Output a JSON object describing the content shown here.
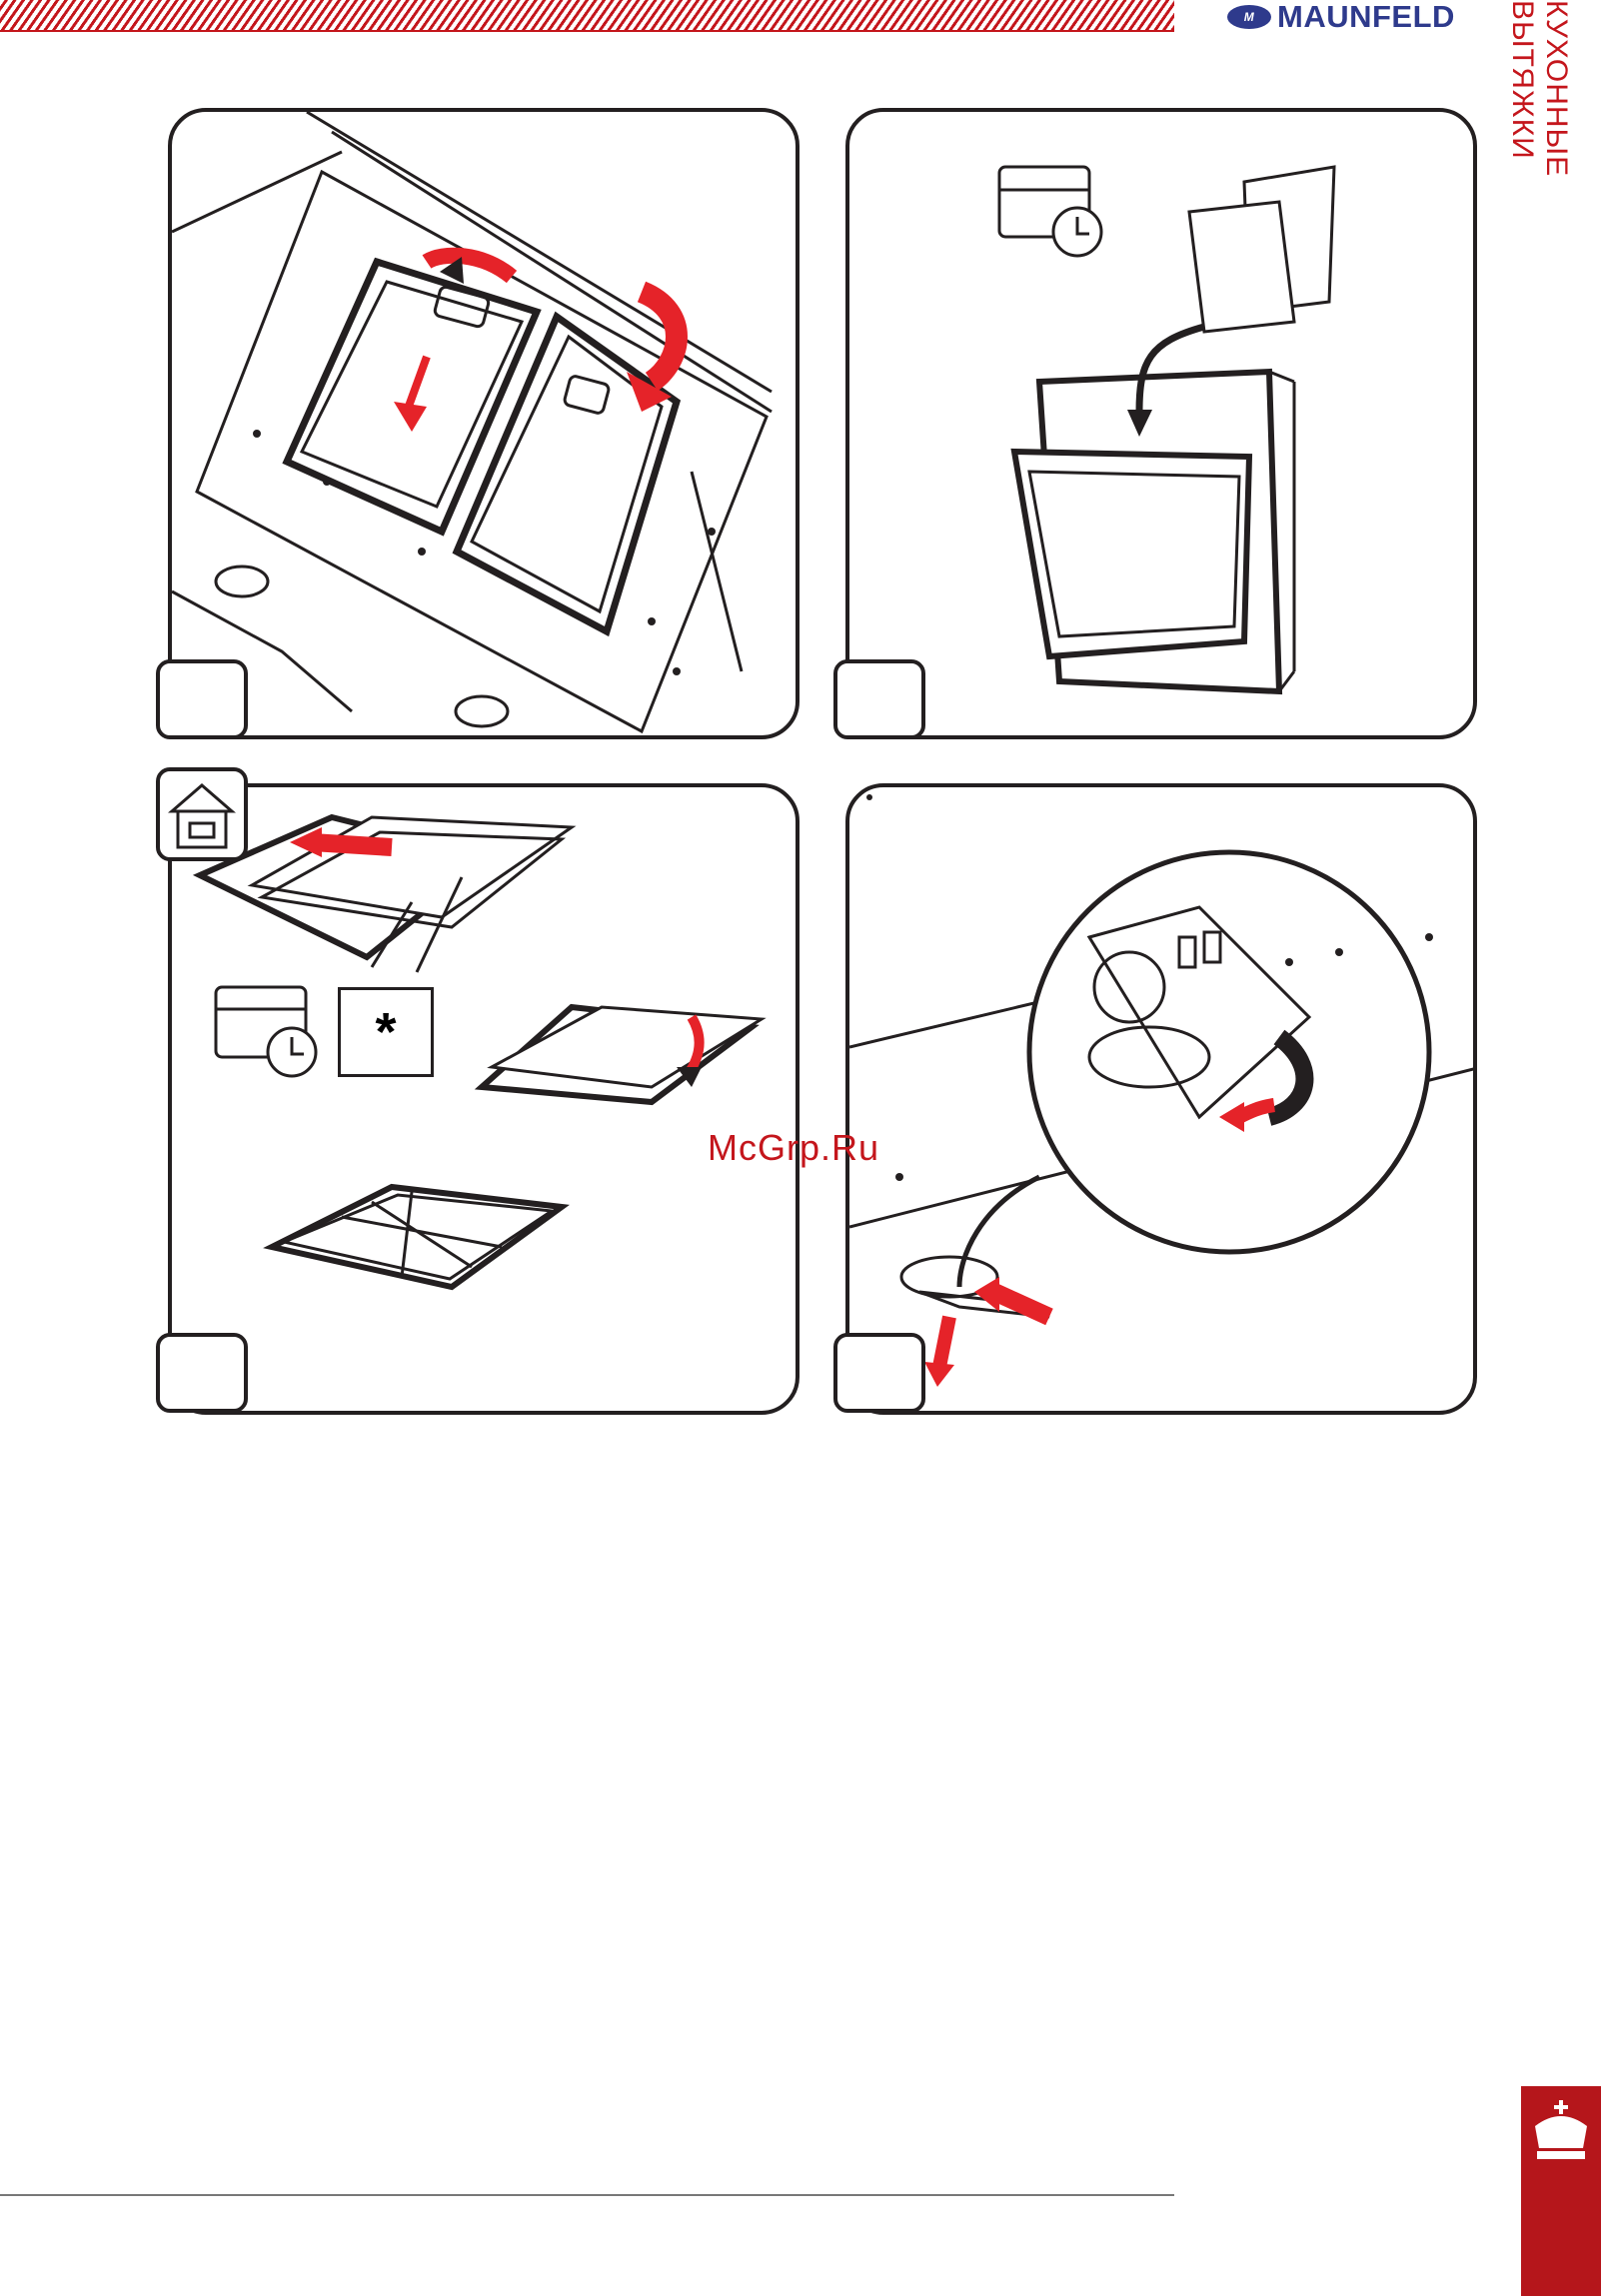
{
  "header": {
    "brand": "MAUNFELD",
    "logo_mark": "M",
    "side_label": "КУХОННЫЕ ВЫТЯЖКИ",
    "accent_color": "#c4161c",
    "brand_color": "#2e3a8c"
  },
  "panels": [
    {
      "id": "panel-1",
      "step": "",
      "illustration": "remove-grease-filters-icon"
    },
    {
      "id": "panel-2",
      "step": "",
      "illustration": "dishwasher-clean-icon"
    },
    {
      "id": "panel-3",
      "step": "",
      "illustration": "cassette-filter-icon"
    },
    {
      "id": "panel-4",
      "step": "",
      "illustration": "carbon-filter-icon"
    }
  ],
  "symbols": {
    "calendar_icon": "calendar-clock-icon",
    "house_icon": "house-recirculation-icon",
    "star_text": "*"
  },
  "watermark": "McGrp.Ru",
  "footer": {
    "crest_icon": "crown-crest-icon"
  }
}
